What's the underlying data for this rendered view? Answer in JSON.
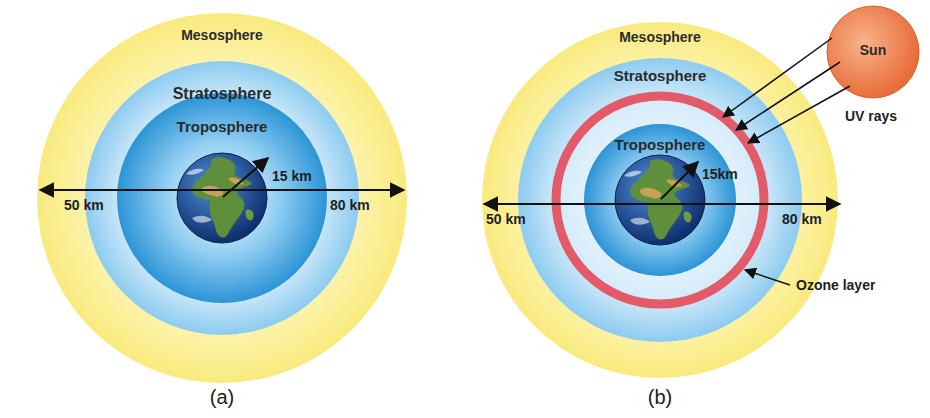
{
  "diagram": {
    "nodes": [
      {
        "text": [
          "Mesosphere"
        ]
      },
      {
        "text": [
          "Stratosphere"
        ],
        "in": 0
      },
      {
        "text": [
          "Troposphere"
        ],
        "in": 1
      },
      {
        "text": [
          "Mesosphere"
        ]
      },
      {
        "text": [
          "Stratosphere"
        ],
        "in": 3
      },
      {
        "text": [
          "Troposphere"
        ],
        "in": 4
      },
      {
        "text": [
          "Sun"
        ]
      }
    ],
    "labels": [
      "15 km",
      "50 km",
      "80 km",
      "(a)",
      "15km",
      "50 km",
      "80 km",
      "UV rays",
      "Ozone layer",
      "(b)"
    ]
  }
}
